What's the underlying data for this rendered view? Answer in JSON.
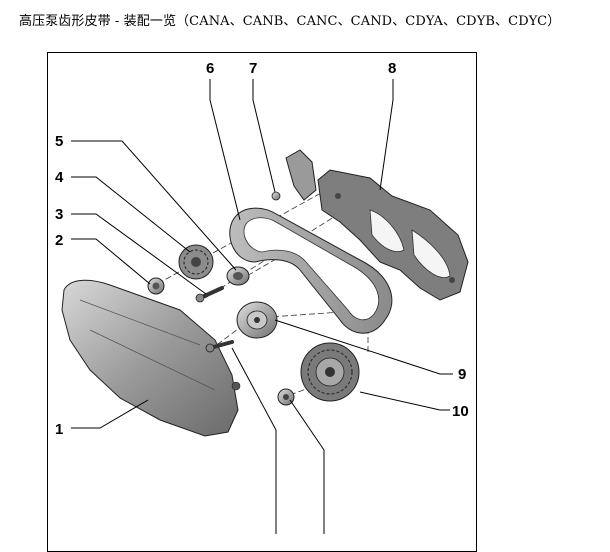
{
  "title": "高压泵齿形皮带 - 装配一览（CANA、CANB、CANC、CAND、CDYA、CDYB、CDYC）",
  "callouts": [
    "1",
    "2",
    "3",
    "4",
    "5",
    "6",
    "7",
    "8",
    "9",
    "10"
  ]
}
